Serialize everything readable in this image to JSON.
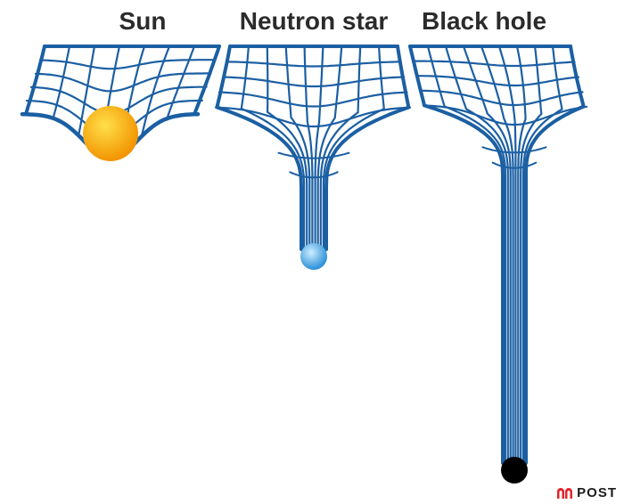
{
  "panels": [
    {
      "id": "sun",
      "title": "Sun"
    },
    {
      "id": "neutron",
      "title": "Neutron star"
    },
    {
      "id": "blackhole",
      "title": "Black hole"
    }
  ],
  "brand": {
    "text": "POST"
  },
  "colors": {
    "grid": "#1b5fa3",
    "sun_core": "#ffe04a",
    "sun_edge": "#f29400",
    "neutron_core": "#cdeeff",
    "neutron_edge": "#2a8fd8",
    "blackhole": "#000000",
    "brand_logo": "#e3242b"
  }
}
